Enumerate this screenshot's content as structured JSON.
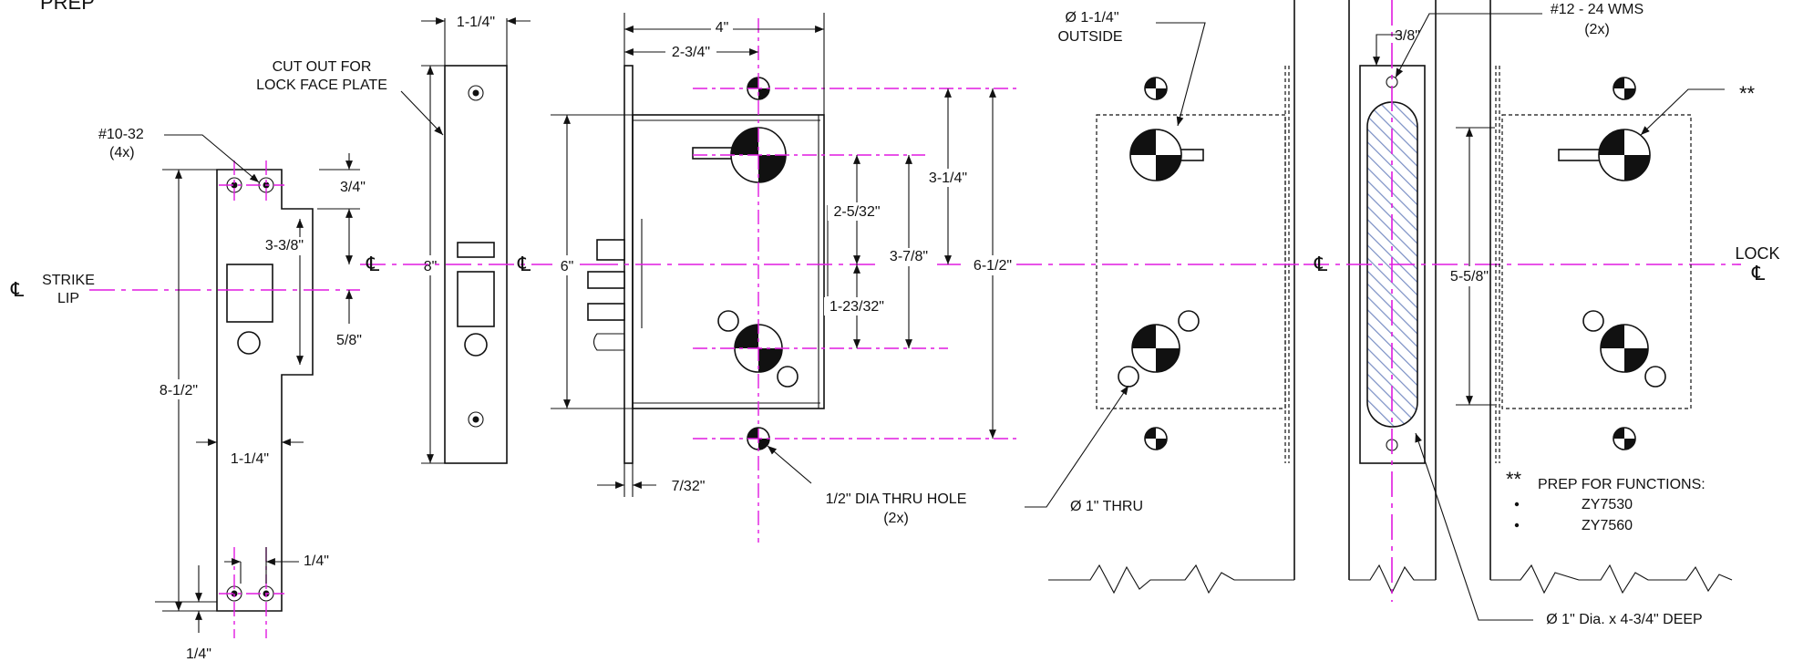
{
  "title": "PREP",
  "labels": {
    "strike_lip_cl": "℄",
    "strike_lip": "STRIKE\nLIP",
    "screw_1032": "#10-32",
    "screw_1032_qty": "(4x)",
    "cutout": "CUT OUT FOR\nLOCK FACE PLATE",
    "outside_dia": "Ø 1-1/4\"",
    "outside": "OUTSIDE",
    "thru_dia": "Ø 1\" THRU",
    "thru_hole": "1/2\" DIA THRU HOLE",
    "thru_hole_qty": "(2x)",
    "wms": "#12 - 24 WMS",
    "wms_qty": "(2x)",
    "deep": "Ø 1\" Dia. x 4-3/4\" DEEP",
    "lock_cl_label": "LOCK",
    "cl": "℄",
    "stars": "**",
    "prep_functions": "PREP FOR FUNCTIONS:",
    "functions": [
      "ZY7530",
      "ZY7560"
    ]
  },
  "dimensions": {
    "strike_height": "8-1/2\"",
    "strike_top_hole": "3/4\"",
    "strike_cutout": "3-3/8\"",
    "strike_lower": "5/8\"",
    "strike_width": "1-1/4\"",
    "strike_bottom_offset": "1/4\"",
    "strike_bottom_gap": "1/4\"",
    "faceplate_width": "1-1/4\"",
    "faceplate_height": "8\"",
    "case_depth": "4\"",
    "backset": "2-3/4\"",
    "case_height": "6\"",
    "faceplate_thk": "7/32\"",
    "hub_upper": "2-5/32\"",
    "hub_lower": "1-23/32\"",
    "upper_hole": "3-1/4\"",
    "trim_center": "3-7/8\"",
    "thru_spacing": "6-1/2\"",
    "edge_top": "3/8\"",
    "pocket": "5-5/8\""
  },
  "colors": {
    "centerline": "#e11ae0",
    "line": "#111111",
    "hatch": "#7a8fc4"
  }
}
